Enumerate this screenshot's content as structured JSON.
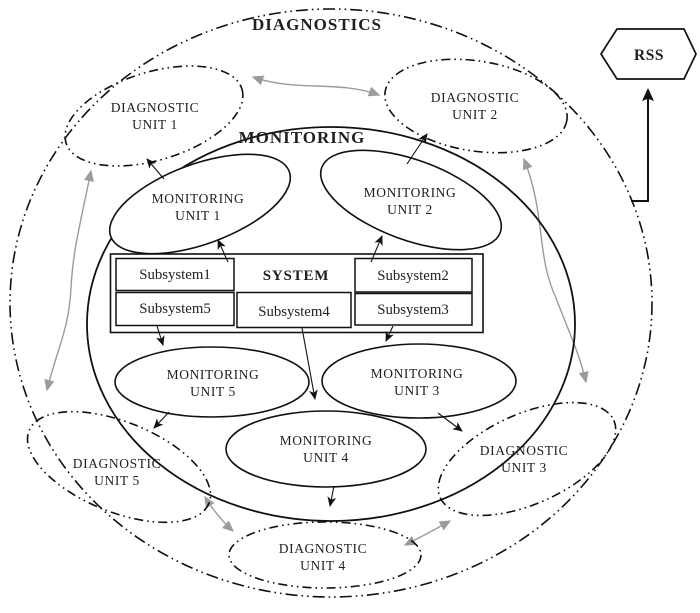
{
  "figure": {
    "outer_label": "DIAGNOSTICS",
    "inner_label": "MONITORING",
    "rss_label": "RSS",
    "system_label": "SYSTEM",
    "subsystems": [
      "Subsystem1",
      "Subsystem2",
      "Subsystem3",
      "Subsystem4",
      "Subsystem5"
    ],
    "monitoring_units": [
      {
        "line1": "MONITORING",
        "line2": "UNIT 1"
      },
      {
        "line1": "MONITORING",
        "line2": "UNIT 2"
      },
      {
        "line1": "MONITORING",
        "line2": "UNIT 3"
      },
      {
        "line1": "MONITORING",
        "line2": "UNIT 4"
      },
      {
        "line1": "MONITORING",
        "line2": "UNIT 5"
      }
    ],
    "diagnostic_units": [
      {
        "line1": "DIAGNOSTIC",
        "line2": "UNIT 1"
      },
      {
        "line1": "DIAGNOSTIC",
        "line2": "UNIT 2"
      },
      {
        "line1": "DIAGNOSTIC",
        "line2": "UNIT 3"
      },
      {
        "line1": "DIAGNOSTIC",
        "line2": "UNIT 4"
      },
      {
        "line1": "DIAGNOSTIC",
        "line2": "UNIT 5"
      }
    ],
    "colors": {
      "line": "#111111",
      "gray_arrow": "#9b9b9b",
      "background": "#ffffff",
      "text": "#1f1f1f"
    }
  }
}
